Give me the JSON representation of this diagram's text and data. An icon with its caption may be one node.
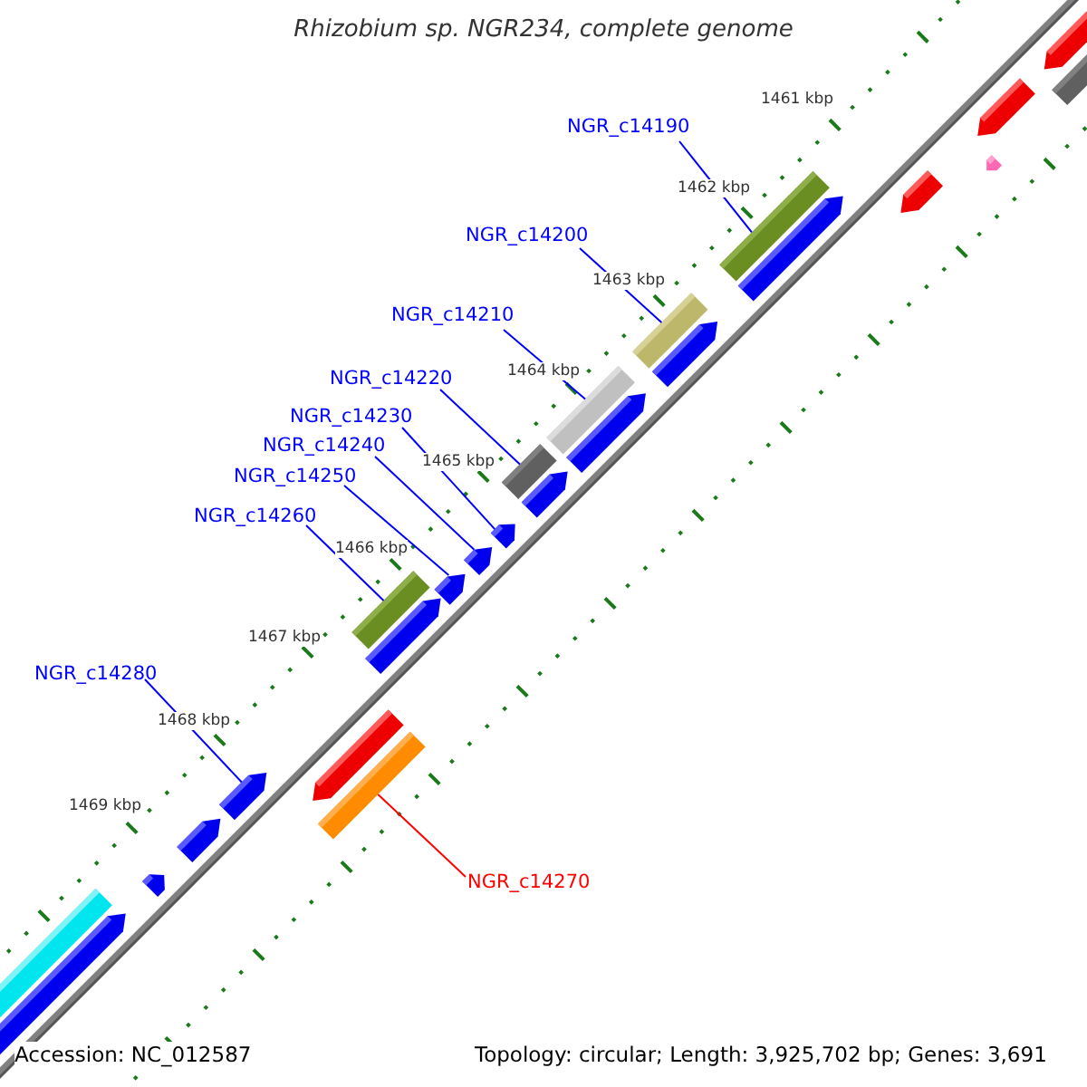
{
  "diagram": {
    "title": "Rhizobium sp. NGR234, complete genome",
    "nodes": [
      {
        "text": [
          "NGR_c14190"
        ]
      },
      {
        "text": [
          "NGR_c14200"
        ]
      },
      {
        "text": [
          "NGR_c14210"
        ]
      },
      {
        "text": [
          "NGR_c14220"
        ]
      },
      {
        "text": [
          "NGR_c14230"
        ]
      },
      {
        "text": [
          "NGR_c14240"
        ]
      },
      {
        "text": [
          "NGR_c14250"
        ]
      },
      {
        "text": [
          "NGR_c14260"
        ]
      },
      {
        "text": [
          "NGR_c14280"
        ]
      },
      {
        "text": [
          "NGR_c14270"
        ]
      },
      {
        "text": [],
        "shape": "bar"
      },
      {
        "text": [],
        "shape": "bar"
      },
      {
        "text": [],
        "shape": "bar"
      },
      {
        "text": [],
        "shape": "bar"
      },
      {
        "text": [],
        "shape": "arrow"
      },
      {
        "text": [],
        "shape": "arrow"
      },
      {
        "text": [],
        "shape": "arrow"
      },
      {
        "text": [],
        "shape": "bar"
      },
      {
        "text": [],
        "shape": "arrow"
      },
      {
        "text": [],
        "shape": "bar"
      },
      {
        "text": [],
        "shape": "arrow"
      },
      {
        "text": [],
        "shape": "arrow"
      }
    ],
    "edges": [
      {
        "from": 0,
        "to": 10,
        "arrow": "none"
      },
      {
        "from": 1,
        "to": 11,
        "arrow": "none"
      },
      {
        "from": 2,
        "to": 12,
        "arrow": "none"
      },
      {
        "from": 3,
        "to": 13,
        "arrow": "none"
      },
      {
        "from": 4,
        "to": 14,
        "arrow": "none"
      },
      {
        "from": 5,
        "to": 15,
        "arrow": "none"
      },
      {
        "from": 6,
        "to": 16,
        "arrow": "none"
      },
      {
        "from": 7,
        "to": 17,
        "arrow": "none"
      },
      {
        "from": 8,
        "to": 18,
        "arrow": "none"
      },
      {
        "from": 9,
        "to": 19,
        "arrow": "none",
        "color": "#ff0000"
      }
    ],
    "labels": [
      "1461 kbp",
      "1462 kbp",
      "1463 kbp",
      "1464 kbp",
      "1465 kbp",
      "1466 kbp",
      "1467 kbp",
      "1468 kbp",
      "1469 kbp",
      "Accession: NC_012587",
      "Topology: circular; Length: 3,925,702 bp; Genes: 3,691"
    ]
  }
}
